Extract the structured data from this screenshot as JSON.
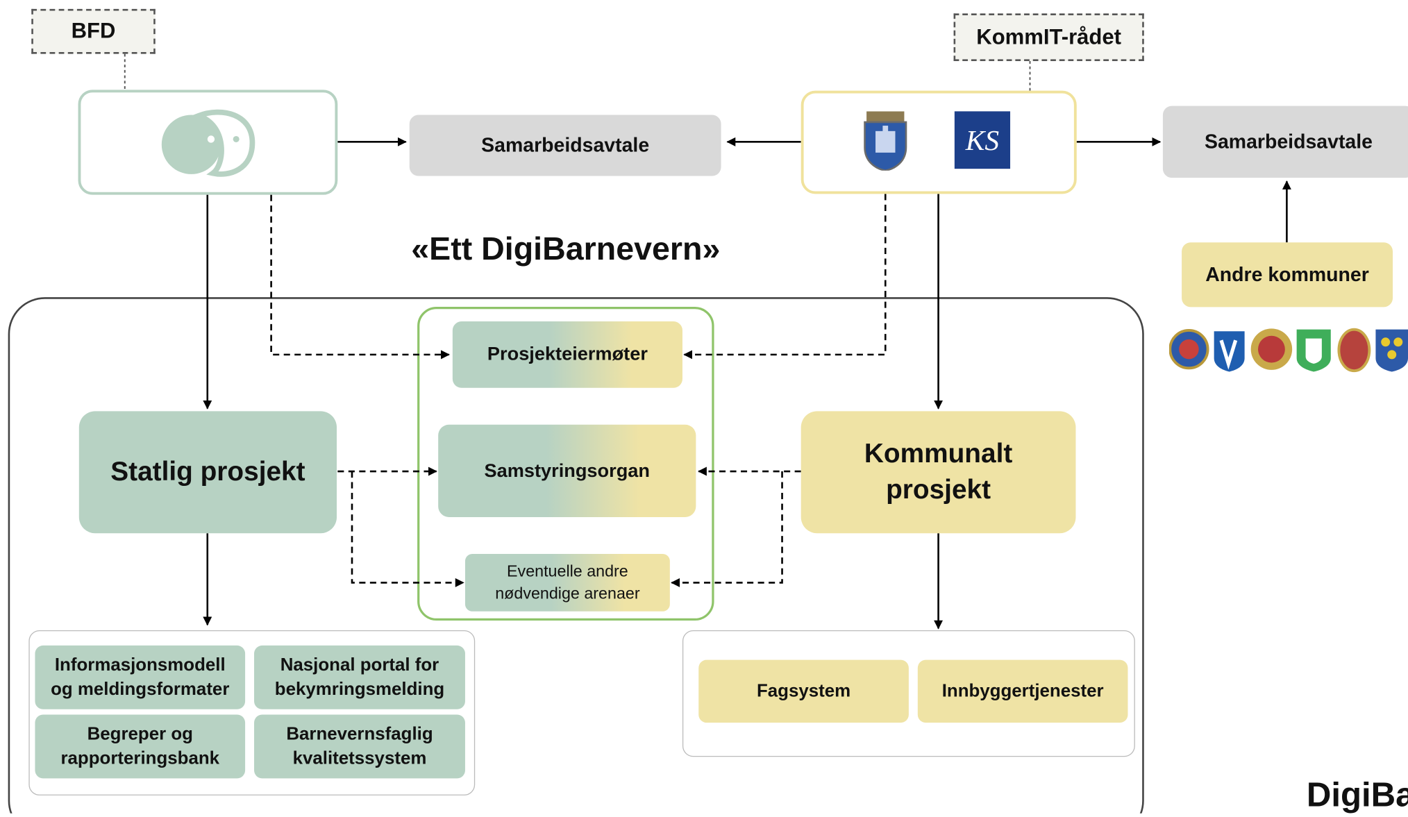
{
  "tags": {
    "bfd": "BFD",
    "kommit": "KommIT-rådet"
  },
  "agreements": {
    "left": "Samarbeidsavtale",
    "right": "Samarbeidsavtale"
  },
  "org_logos": {
    "bufdir_icon": "bufdir-icon",
    "trondheim_icon": "coat-of-arms-icon",
    "ks_label": "KS"
  },
  "title": "«Ett DigiBarnevern»",
  "center": {
    "owners_meeting": "Prosjekteiermøter",
    "steering": "Samstyringsorgan",
    "other_arenas_line1": "Eventuelle andre",
    "other_arenas_line2": "nødvendige arenaer"
  },
  "state_project": "Statlig prosjekt",
  "municipal_project": {
    "line1": "Kommunalt",
    "line2": "prosjekt"
  },
  "state_deliverables": [
    {
      "line1": "Informasjonsmodell",
      "line2": "og meldingsformater"
    },
    {
      "line1": "Nasjonal portal for",
      "line2": "bekymringsmelding"
    },
    {
      "line1": "Begreper og",
      "line2": "rapporteringsbank"
    },
    {
      "line1": "Barnevernsfaglig",
      "line2": "kvalitetssystem"
    }
  ],
  "municipal_deliverables": [
    "Fagsystem",
    "Innbyggertjenester"
  ],
  "other_municipalities": "Andre kommuner",
  "corner_text": "DigiBa",
  "colors": {
    "green": "#b7d2c3",
    "yellow": "#efe3a5",
    "grey": "#d9d9d9",
    "outline_green": "#8fc46a"
  }
}
